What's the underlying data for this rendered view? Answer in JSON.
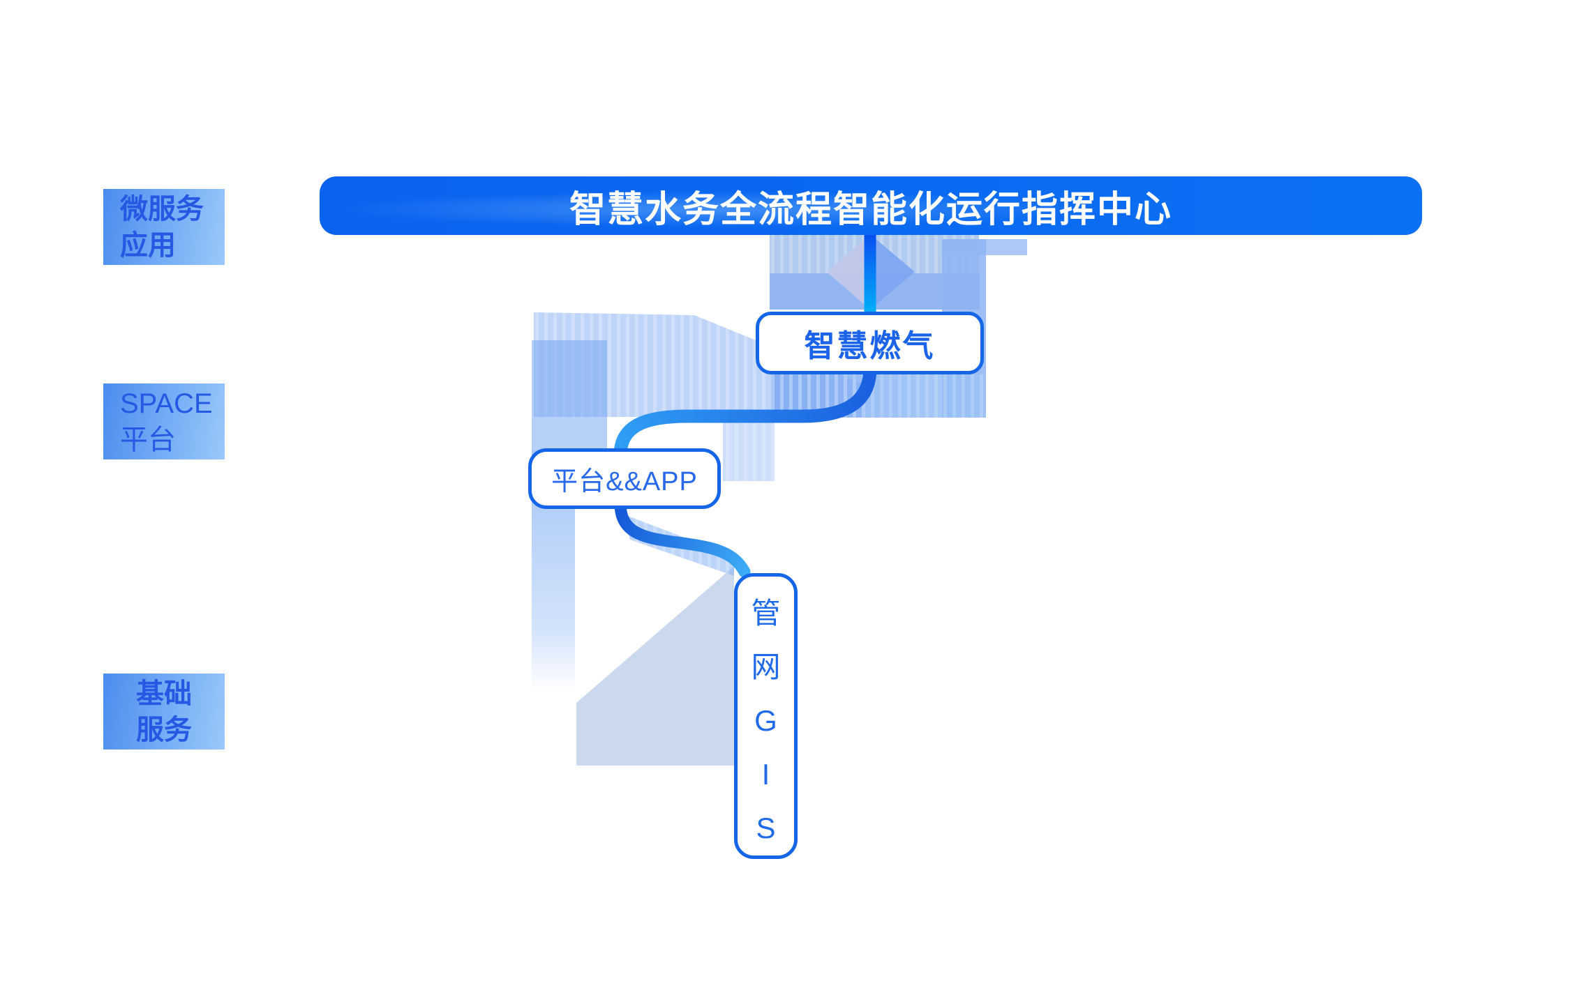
{
  "banner": {
    "title": "智慧水务全流程智能化运行指挥中心"
  },
  "sidebar": {
    "items": [
      {
        "lines": [
          "微服务",
          "应用"
        ]
      },
      {
        "lines": [
          "SPACE",
          "平台"
        ]
      },
      {
        "lines": [
          "基础",
          "服务"
        ]
      }
    ]
  },
  "nodes": {
    "gas": {
      "label": "智慧燃气"
    },
    "platform": {
      "label": "平台&&APP"
    },
    "gis": {
      "chars": [
        "管",
        "网",
        "G",
        "I",
        "S"
      ]
    }
  },
  "colors": {
    "banner_start": "#0a63ee",
    "banner_end": "#0b70f4",
    "chip_start": "#4a8def",
    "chip_end": "#9bc8fa",
    "chip_text": "#2559e3",
    "node_border": "#1465e8",
    "node_text": "#1b63e8",
    "connector_dark": "#0a49f0",
    "connector_cyan": "#00b2f8",
    "curve_dark": "#1559d8",
    "curve_light": "#3dabf6",
    "decor_band": "#87aef2",
    "decor_pale": "#b5c9e8"
  }
}
